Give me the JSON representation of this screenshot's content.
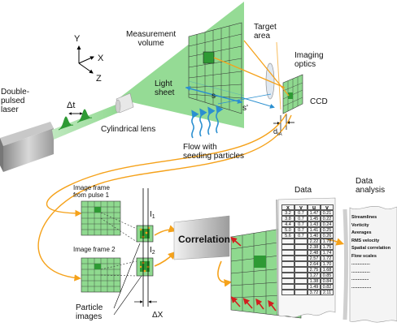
{
  "axes": {
    "y": "Y",
    "x": "X",
    "z": "Z"
  },
  "labels": {
    "measurement_volume": "Measurement\nvolume",
    "target_area": "Target\narea",
    "imaging_optics": "Imaging\noptics",
    "ccd": "CCD",
    "light_sheet": "Light\nsheet",
    "s": "s",
    "s_prime": "s'",
    "d_ia_base": "d",
    "d_ia_sub": "IA",
    "double_pulsed_laser": "Double-\npulsed\nlaser",
    "delta_t": "Δt",
    "cylindrical_lens": "Cylindrical lens",
    "flow": "Flow with\nseeding particles",
    "image_frame_1": "Image frame\nfrom pulse 1",
    "image_frame_2": "Image frame 2",
    "i1_base": "I",
    "i1_sub": "1",
    "i2_base": "I",
    "i2_sub": "2",
    "particle_images": "Particle\nimages",
    "delta_x": "ΔX",
    "correlation": "Correlation",
    "data": "Data",
    "data_analysis": "Data\nanalysis"
  },
  "data_table": {
    "headers": [
      "x",
      "y",
      "u",
      "v"
    ],
    "rows": [
      [
        "3.2",
        "0.7",
        "1.47",
        "0.21"
      ],
      [
        "3.8",
        "0.7",
        "1.45",
        "0.22"
      ],
      [
        "4.4",
        "0.7",
        "1.43",
        "0.24"
      ],
      [
        "5.0",
        "0.7",
        "1.41",
        "0.25"
      ],
      [
        "5.6",
        "0.7",
        "1.40",
        "0.26"
      ],
      [
        "",
        "",
        "2.22",
        "1.78"
      ],
      [
        "",
        "",
        "2.38",
        "1.75"
      ],
      [
        "",
        "",
        "2.48",
        "1.74"
      ],
      [
        "",
        "",
        "2.57",
        "1.72"
      ],
      [
        "",
        "",
        "2.64",
        "1.70"
      ],
      [
        "",
        "",
        "2.75",
        "1.68"
      ],
      [
        "",
        "",
        "1.27",
        "0.85"
      ],
      [
        "",
        "",
        "1.38",
        "0.84"
      ],
      [
        "",
        "",
        "1.49",
        "0.82"
      ],
      [
        "",
        "",
        "3.72",
        "2.11"
      ]
    ]
  },
  "analysis_items": [
    "Streamlines",
    "Vorticity",
    "Averages",
    "RMS velocity",
    "Spatial correlation",
    "Flow scales",
    "...............",
    "...............",
    "..............",
    "................"
  ],
  "colors": {
    "sheet_green": "#8fd98f",
    "dark_green": "#2e9a34",
    "arrow_orange": "#f5a21b",
    "blue": "#2a8fd0",
    "red": "#d21f1f"
  }
}
